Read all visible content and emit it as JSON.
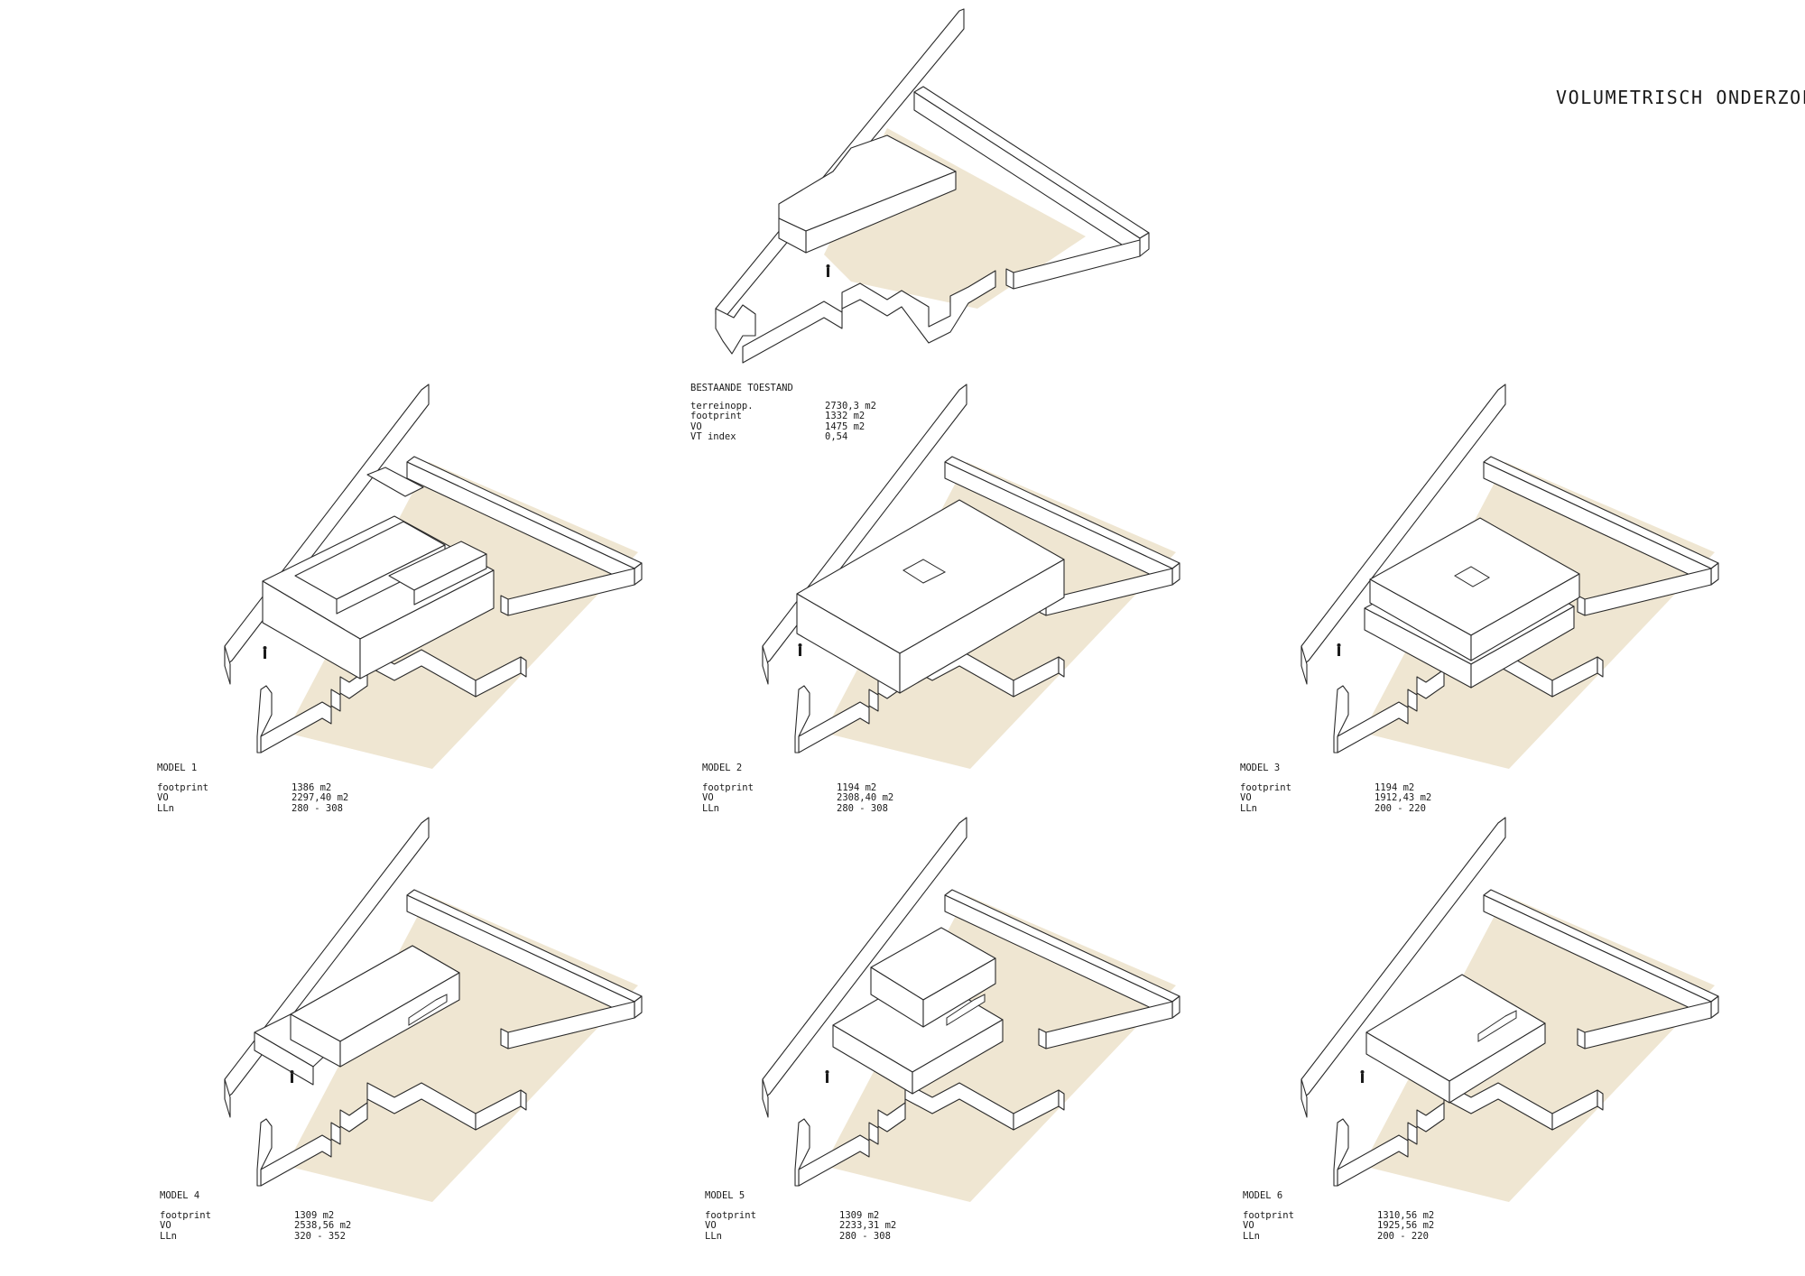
{
  "title": "VOLUMETRISCH ONDERZOEK",
  "colors": {
    "site_fill": "#efe6d2",
    "line": "#2a2a2a",
    "background": "#ffffff"
  },
  "existing": {
    "name": "BESTAANDE TOESTAND",
    "rows": [
      {
        "label": "terreinopp.",
        "value": "2730,3 m2"
      },
      {
        "label": "footprint",
        "value": "1332 m2"
      },
      {
        "label": "VO",
        "value": "1475 m2"
      },
      {
        "label": "VT index",
        "value": "0,54"
      }
    ]
  },
  "models": [
    {
      "name": "MODEL 1",
      "rows": [
        {
          "label": "footprint",
          "value": "1386 m2"
        },
        {
          "label": "VO",
          "value": "2297,40 m2"
        },
        {
          "label": "LLn",
          "value": "280 - 308"
        }
      ]
    },
    {
      "name": "MODEL 2",
      "rows": [
        {
          "label": "footprint",
          "value": "1194 m2"
        },
        {
          "label": "VO",
          "value": "2308,40 m2"
        },
        {
          "label": "LLn",
          "value": "280 - 308"
        }
      ]
    },
    {
      "name": "MODEL 3",
      "rows": [
        {
          "label": "footprint",
          "value": "1194 m2"
        },
        {
          "label": "VO",
          "value": "1912,43 m2"
        },
        {
          "label": "LLn",
          "value": "200 - 220"
        }
      ]
    },
    {
      "name": "MODEL 4",
      "rows": [
        {
          "label": "footprint",
          "value": "1309 m2"
        },
        {
          "label": "VO",
          "value": "2538,56 m2"
        },
        {
          "label": "LLn",
          "value": "320 - 352"
        }
      ]
    },
    {
      "name": "MODEL 5",
      "rows": [
        {
          "label": "footprint",
          "value": "1309 m2"
        },
        {
          "label": "VO",
          "value": "2233,31 m2"
        },
        {
          "label": "LLn",
          "value": "280 - 308"
        }
      ]
    },
    {
      "name": "MODEL 6",
      "rows": [
        {
          "label": "footprint",
          "value": "1310,56 m2"
        },
        {
          "label": "VO",
          "value": "1925,56 m2"
        },
        {
          "label": "LLn",
          "value": "200 - 220"
        }
      ]
    }
  ]
}
